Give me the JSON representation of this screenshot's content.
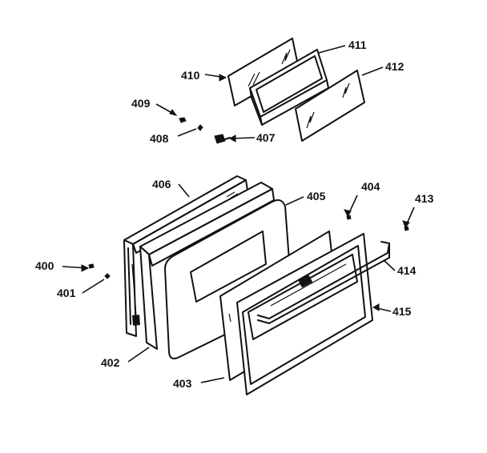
{
  "parts": [
    {
      "id": "p400",
      "number": "400"
    },
    {
      "id": "p401",
      "number": "401"
    },
    {
      "id": "p402",
      "number": "402"
    },
    {
      "id": "p403",
      "number": "403"
    },
    {
      "id": "p404",
      "number": "404"
    },
    {
      "id": "p405",
      "number": "405"
    },
    {
      "id": "p406",
      "number": "406"
    },
    {
      "id": "p407",
      "number": "407"
    },
    {
      "id": "p408",
      "number": "408"
    },
    {
      "id": "p409",
      "number": "409"
    },
    {
      "id": "p410",
      "number": "410"
    },
    {
      "id": "p411",
      "number": "411"
    },
    {
      "id": "p412",
      "number": "412"
    },
    {
      "id": "p413",
      "number": "413"
    },
    {
      "id": "p414",
      "number": "414"
    },
    {
      "id": "p415",
      "number": "415"
    }
  ]
}
